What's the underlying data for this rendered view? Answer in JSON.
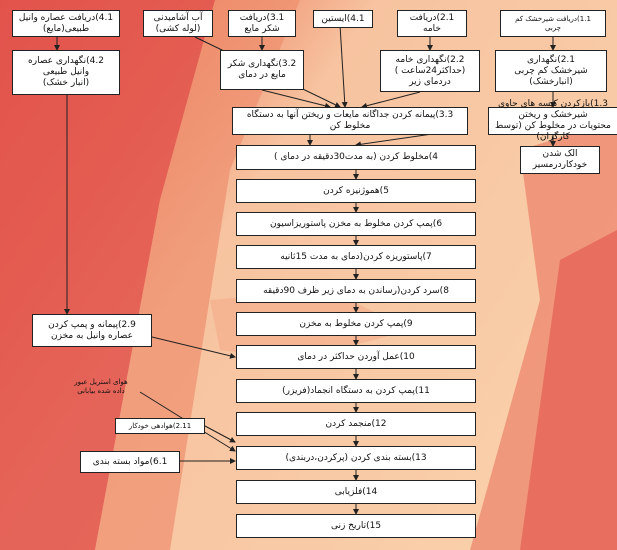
{
  "colors": {
    "bg_light": "#f9cfa9",
    "bg_mid": "#f3a27a",
    "bg_dark": "#e2534b",
    "line": "#222222",
    "box": "#ffffff"
  },
  "boxes": {
    "b41a": "4.1)دریافت عصاره وانیل طبیعی(مایع)",
    "b_ab": "آب آشامیدنی\n(لوله کشی)",
    "b31": "3.1)دریافت\nشکر مایع",
    "b41b": "4.1)ایستین",
    "b21": "2.1)دریافت\nخامه",
    "b11": "1.1)دریافت شیرخشک کم\nچربی",
    "b42": "4.2)نگهداری عصاره\nوانیل طبیعی\n(انبار خشک)",
    "b32": "3.2)نگهداری شکر\nمایع در دمای",
    "b22": "2.2)نگهداری خامه\n(حداکثر24ساعت )\nدردمای زیر",
    "b21b": "2.1)نگهداری\nشیرخشک کم چربی\n(انبارخشک)",
    "b33": "3.3)پیمانه کردن جداگانه مایعات و ریختن آنها به دستگاه\nمخلوط کن",
    "b13": "1.3)بازکردن کیسه های حاوی شیرخشک و ریختن\nمحتویات در مخلوط کن (توسط کارگران)",
    "b_alk": "الک شدن\nخودکاردرمسیر",
    "s4": "4)مخلوط کردن (به مدت30دقیقه در دمای )",
    "s5": "5)هموژنیزه کردن",
    "s6": "6)پمپ کردن مخلوط به مخزن پاستوریزاسیون",
    "s7": "7)پاستوریزه کردن(دمای به مدت 15ثانیه",
    "s8": "8)سرد کردن(رساندن به دمای زیر ظرف 90دقیقه",
    "s9": "9)پمپ کردن مخلوط به مخزن",
    "s10": "10)عمل آوردن حداکثر در دمای",
    "s11": "11)پمپ کردن به دستگاه انجماد(فریزر)",
    "s12": "12)منجمد کردن",
    "s13": "13)بسته بندی کردن (پرکردن،دربندی)",
    "s14": "14)فلزیابی",
    "s15": "15)تاریخ زنی",
    "b29": "2.9)پیمانه و پمپ کردن\nعصاره وانیل به مخزن",
    "b_air": "هوای استریل عبور\nداده شده بیابانی",
    "b211": "2.11)هوادهی خودکار",
    "b61": "6.1)مواد بسته بندی"
  }
}
